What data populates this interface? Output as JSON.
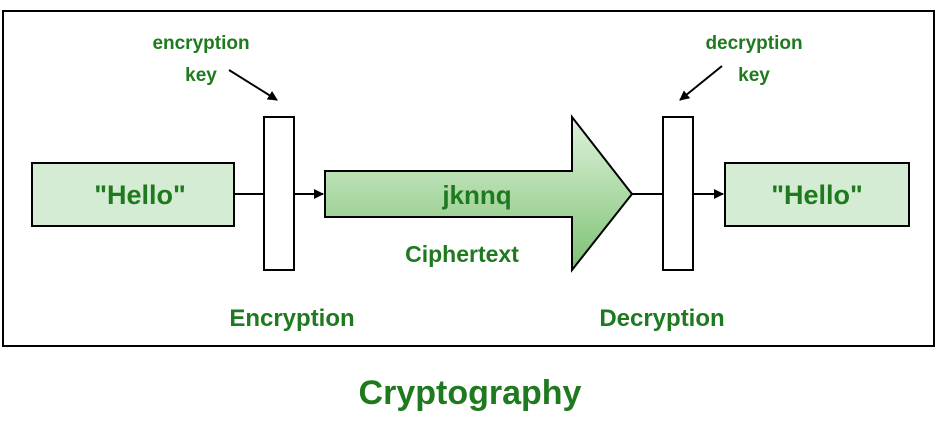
{
  "colors": {
    "label_green": "#1f7a1f",
    "box_fill": "#d4ecd3",
    "box_border": "#000000",
    "arrow_fill_light": "#dff2dc",
    "arrow_fill_dark": "#7dc273"
  },
  "plaintext_left": "\"Hello\"",
  "plaintext_right": "\"Hello\"",
  "encryption_key_line1": "encryption",
  "encryption_key_line2": "key",
  "decryption_key_line1": "decryption",
  "decryption_key_line2": "key",
  "ciphertext_value": "jknnq",
  "ciphertext_label": "Ciphertext",
  "encryption_label": "Encryption",
  "decryption_label": "Decryption",
  "title": "Cryptography"
}
